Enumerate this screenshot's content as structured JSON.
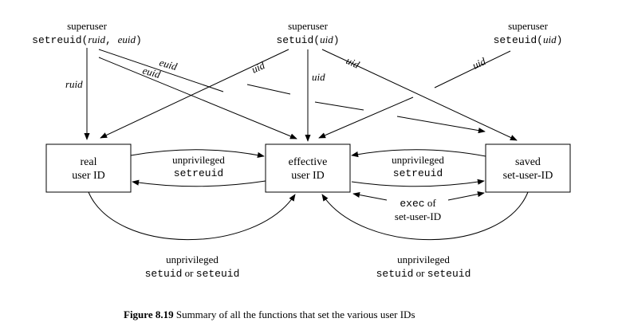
{
  "sources": {
    "left": {
      "title": "superuser",
      "call_name": "setreuid(",
      "arg1": "ruid",
      "sep": ", ",
      "arg2": "euid",
      "close": ")"
    },
    "middle": {
      "title": "superuser",
      "call_name": "setuid(",
      "arg1": "uid",
      "close": ")"
    },
    "right": {
      "title": "superuser",
      "call_name": "seteuid(",
      "arg1": "uid",
      "close": ")"
    }
  },
  "edge_labels": {
    "ruid": "ruid",
    "euid_upper": "euid",
    "euid_lower": "euid",
    "uid_left": "uid",
    "uid_middle": "uid",
    "uid_diag": "uid",
    "uid_right": "uid"
  },
  "boxes": {
    "real": {
      "line1": "real",
      "line2": "user ID"
    },
    "effective": {
      "line1": "effective",
      "line2": "user ID"
    },
    "saved": {
      "line1": "saved",
      "line2": "set-user-ID"
    }
  },
  "arrow_labels": {
    "left_between": {
      "line1": "unprivileged",
      "line2": "setreuid"
    },
    "right_between": {
      "line1": "unprivileged",
      "line2": "setreuid"
    },
    "exec": {
      "line1_mono": "exec",
      "line1_serif": " of",
      "line2": "set-user-ID"
    },
    "bottom_left": {
      "line1": "unprivileged",
      "line2_a": "setuid",
      "line2_b": " or ",
      "line2_c": "seteuid"
    },
    "bottom_right": {
      "line1": "unprivileged",
      "line2_a": "setuid",
      "line2_b": " or ",
      "line2_c": "seteuid"
    }
  },
  "caption": {
    "label": "Figure 8.19",
    "text": "Summary of all the functions that set the various user IDs"
  }
}
